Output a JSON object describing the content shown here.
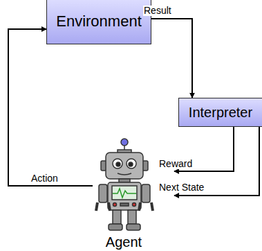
{
  "diagram": {
    "nodes": [
      {
        "text": [
          "Environment"
        ]
      },
      {
        "text": [
          "Interpreter"
        ]
      },
      {
        "text": [
          "Agent"
        ]
      }
    ],
    "edges": [
      {
        "from": 0,
        "to": 1,
        "label": "Result",
        "arrow": "to"
      },
      {
        "from": 1,
        "to": 2,
        "label": "Reward",
        "arrow": "to"
      },
      {
        "from": 1,
        "to": 2,
        "label": "Next State",
        "arrow": "to"
      },
      {
        "from": 2,
        "to": 0,
        "label": "Action",
        "arrow": "to"
      }
    ]
  }
}
